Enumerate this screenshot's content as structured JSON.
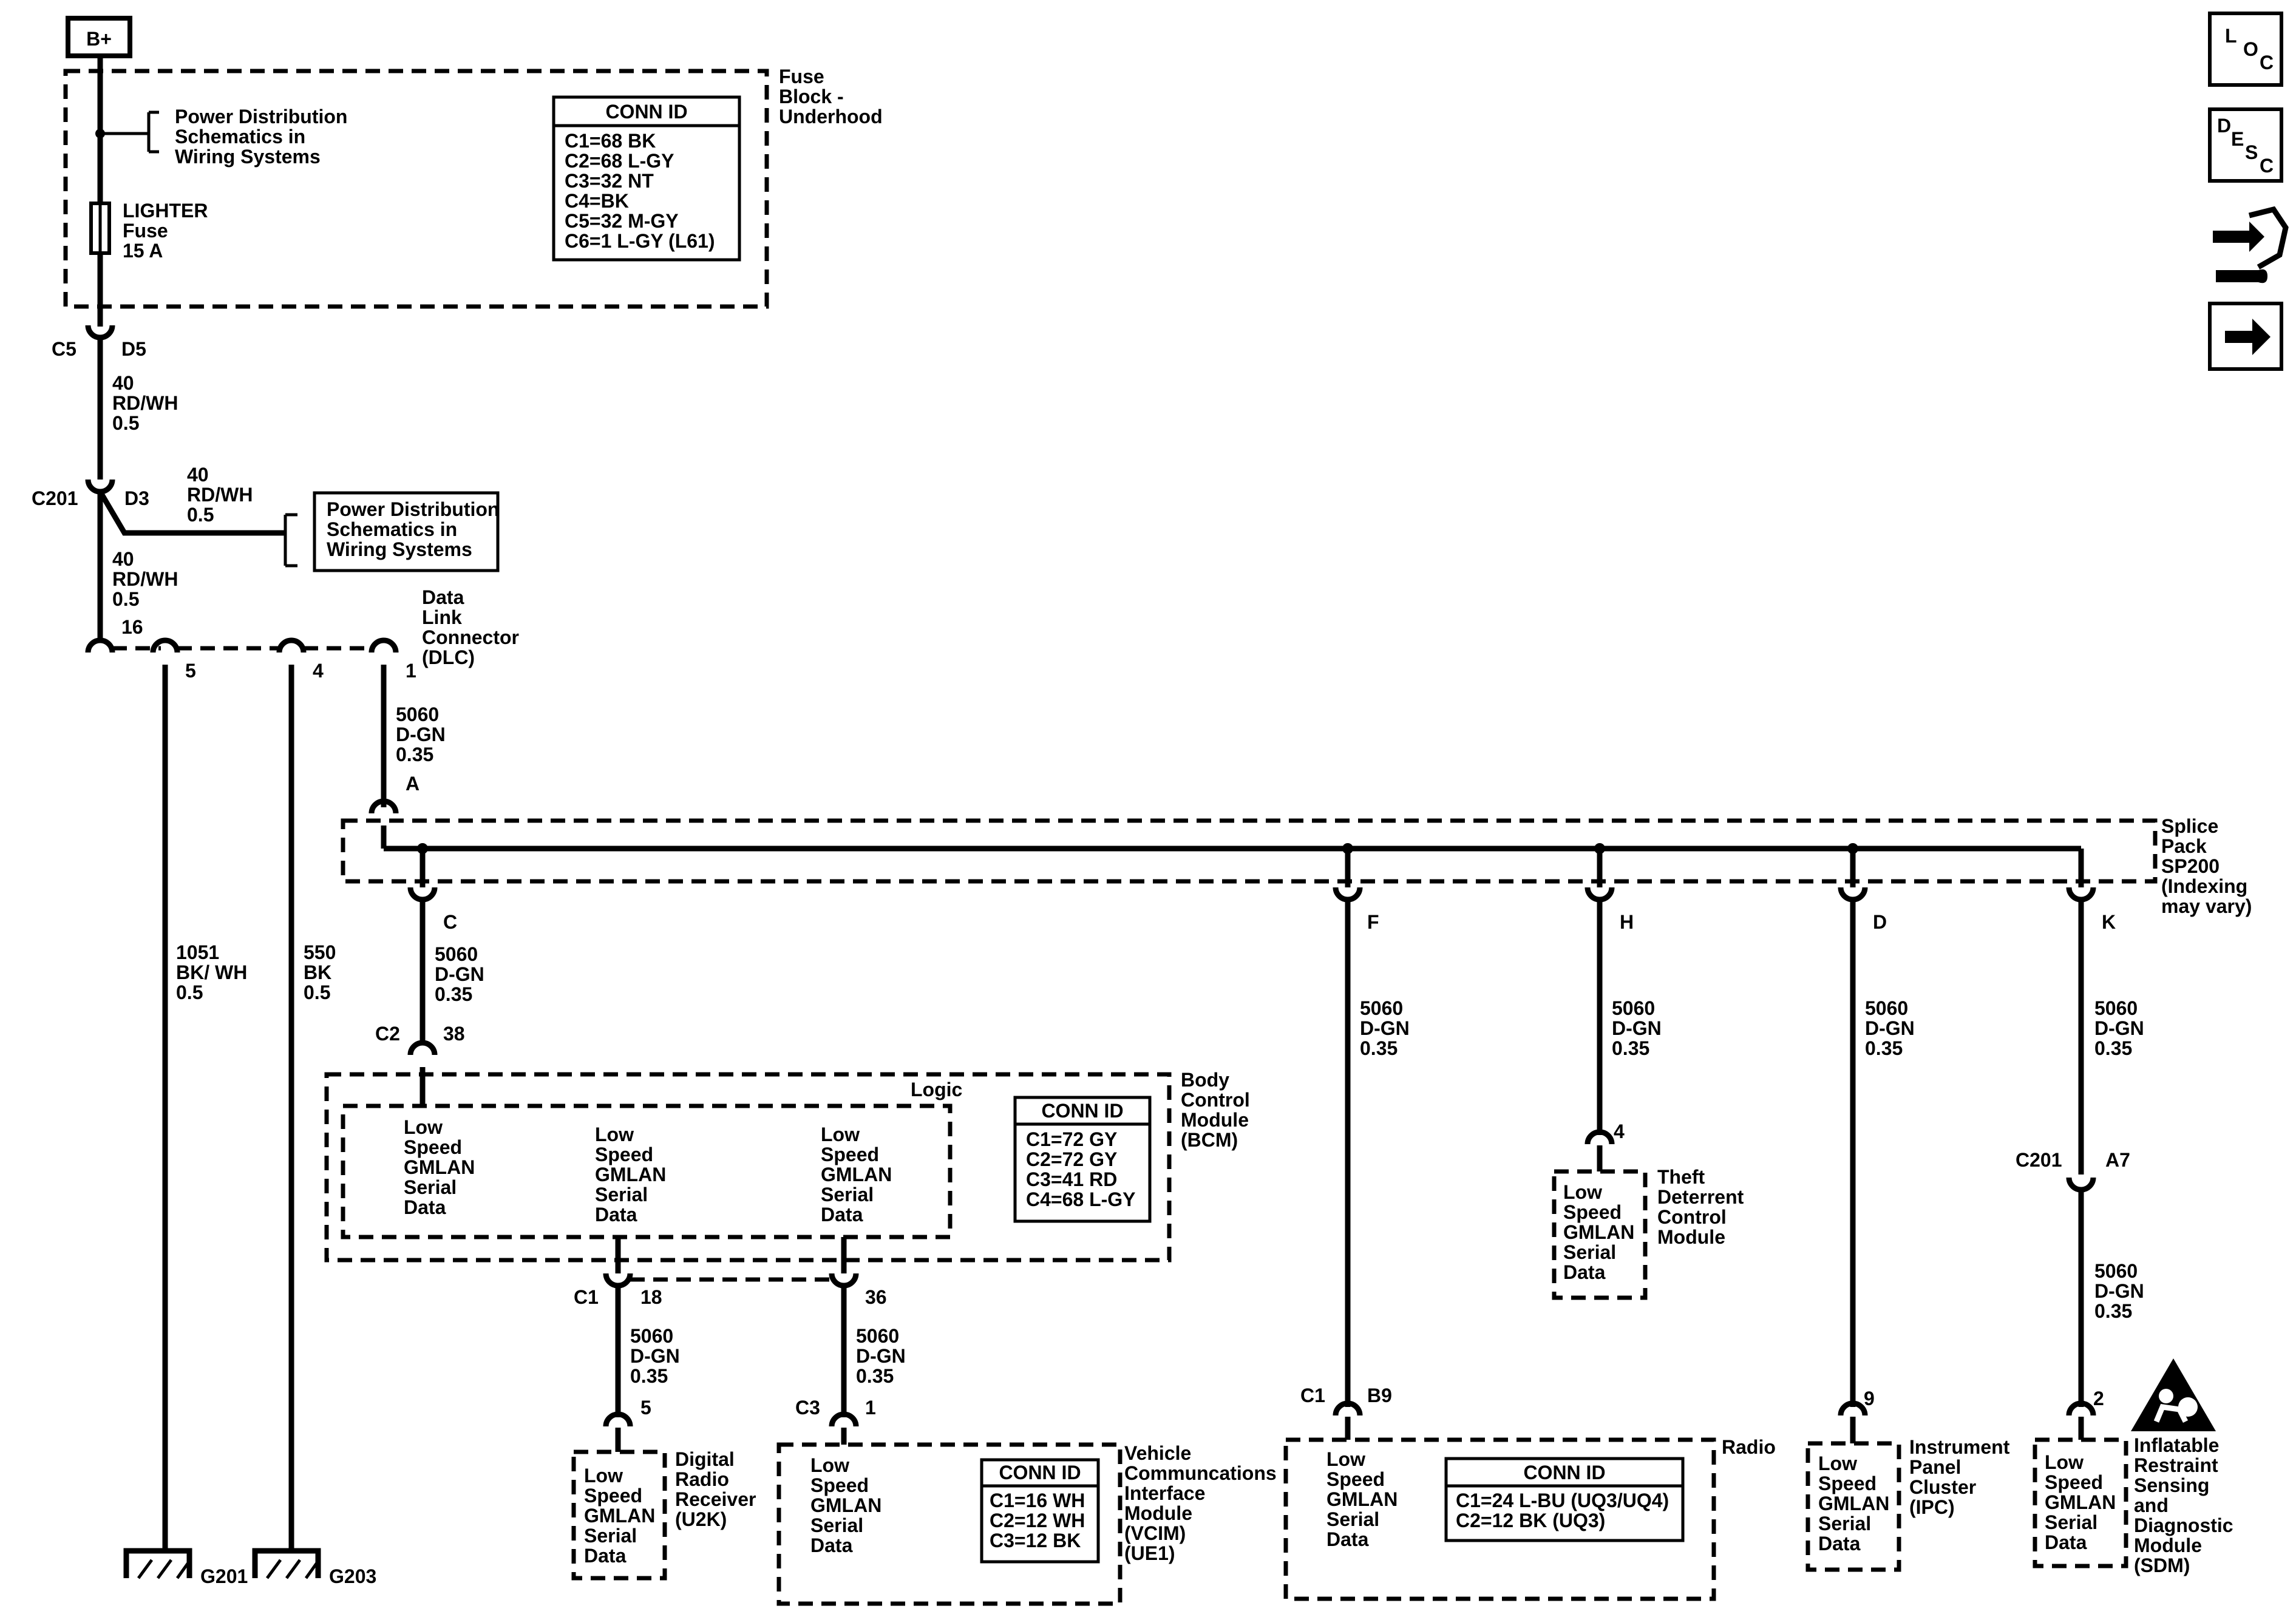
{
  "battery": "B+",
  "fuse_block": {
    "name": [
      "Fuse",
      "Block -",
      "Underhood"
    ],
    "ref": [
      "Power Distribution",
      "Schematics in",
      "Wiring Systems"
    ],
    "fuse": [
      "LIGHTER",
      "Fuse",
      "15 A"
    ],
    "conn_title": "CONN ID",
    "conn": [
      "C1=68 BK",
      "C2=68 L-GY",
      "C3=32 NT",
      "C4=BK",
      "C5=32 M-GY",
      "C6=1 L-GY (L61)"
    ]
  },
  "c5_d5": {
    "left": "C5",
    "right": "D5"
  },
  "wire_40_a": [
    "40",
    "RD/WH",
    "0.5"
  ],
  "c201_d3": {
    "left": "C201",
    "right": "D3"
  },
  "wire_40_b": [
    "40",
    "RD/WH",
    "0.5"
  ],
  "wire_40_c": [
    "40",
    "RD/WH",
    "0.5"
  ],
  "pd_ref2": [
    "Power Distribution",
    "Schematics in",
    "Wiring Systems"
  ],
  "dlc": {
    "name": [
      "Data",
      "Link",
      "Connector",
      "(DLC)"
    ],
    "pins": [
      "16",
      "5",
      "4",
      "1"
    ]
  },
  "wire_dlc_1": [
    "5060",
    "D-GN",
    "0.35"
  ],
  "wire_1051": [
    "1051",
    "BK/ WH",
    "0.5"
  ],
  "wire_550": [
    "550",
    "BK",
    "0.5"
  ],
  "grounds": [
    "G201",
    "G203"
  ],
  "splice": {
    "name": [
      "Splice",
      "Pack",
      "SP200",
      "(Indexing",
      "may vary)"
    ],
    "pins": {
      "a": "A",
      "c": "C",
      "f": "F",
      "h": "H",
      "d": "D",
      "k": "K"
    }
  },
  "wire_c": [
    "5060",
    "D-GN",
    "0.35"
  ],
  "wire_f": [
    "5060",
    "D-GN",
    "0.35"
  ],
  "wire_h": [
    "5060",
    "D-GN",
    "0.35"
  ],
  "wire_d": [
    "5060",
    "D-GN",
    "0.35"
  ],
  "wire_k1": [
    "5060",
    "D-GN",
    "0.35"
  ],
  "wire_k2": [
    "5060",
    "D-GN",
    "0.35"
  ],
  "bcm": {
    "conn_top": {
      "left": "C2",
      "right": "38"
    },
    "logic": "Logic",
    "name": [
      "Body",
      "Control",
      "Module",
      "(BCM)"
    ],
    "data_label": [
      "Low",
      "Speed",
      "GMLAN",
      "Serial",
      "Data"
    ],
    "conn_title": "CONN ID",
    "conn": [
      "C1=72 GY",
      "C2=72 GY",
      "C3=41 RD",
      "C4=68 L-GY"
    ],
    "conn_bottom": {
      "left": "C1",
      "p18": "18",
      "p36": "36"
    }
  },
  "wire_u2k": [
    "5060",
    "D-GN",
    "0.35"
  ],
  "wire_vcim": [
    "5060",
    "D-GN",
    "0.35"
  ],
  "u2k": {
    "pin": "5",
    "label": [
      "Low",
      "Speed",
      "GMLAN",
      "Serial",
      "Data"
    ],
    "name": [
      "Digital",
      "Radio",
      "Receiver",
      "(U2K)"
    ]
  },
  "vcim": {
    "conn": {
      "left": "C3",
      "pin": "1"
    },
    "label": [
      "Low",
      "Speed",
      "GMLAN",
      "Serial",
      "Data"
    ],
    "name": [
      "Vehicle",
      "Communcations",
      "Interface",
      "Module",
      "(VCIM)",
      "(UE1)"
    ],
    "conn_title": "CONN ID",
    "conn_ids": [
      "C1=16 WH",
      "C2=12 WH",
      "C3=12 BK"
    ]
  },
  "radio": {
    "conn": {
      "left": "C1",
      "pin": "B9"
    },
    "label": [
      "Low",
      "Speed",
      "GMLAN",
      "Serial",
      "Data"
    ],
    "name": "Radio",
    "conn_title": "CONN ID",
    "conn_ids": [
      "C1=24 L-BU (UQ3/UQ4)",
      "C2=12 BK (UQ3)"
    ]
  },
  "theft": {
    "pin": "4",
    "label": [
      "Low",
      "Speed",
      "GMLAN",
      "Serial",
      "Data"
    ],
    "name": [
      "Theft",
      "Deterrent",
      "Control",
      "Module"
    ]
  },
  "ipc": {
    "pin": "9",
    "label": [
      "Low",
      "Speed",
      "GMLAN",
      "Serial",
      "Data"
    ],
    "name": [
      "Instrument",
      "Panel",
      "Cluster",
      "(IPC)"
    ]
  },
  "c201_a7": {
    "left": "C201",
    "right": "A7"
  },
  "sdm": {
    "pin": "2",
    "label": [
      "Low",
      "Speed",
      "GMLAN",
      "Serial",
      "Data"
    ],
    "name": [
      "Inflatable",
      "Restraint",
      "Sensing",
      "and",
      "Diagnostic",
      "Module",
      "(SDM)"
    ]
  },
  "side_icons": {
    "loc": [
      "L",
      "O",
      "C"
    ],
    "desc": [
      "D",
      "E",
      "S",
      "C"
    ],
    "icon_names": [
      "loc-icon",
      "desc-icon",
      "connector-tool-icon",
      "next-arrow-icon"
    ]
  }
}
